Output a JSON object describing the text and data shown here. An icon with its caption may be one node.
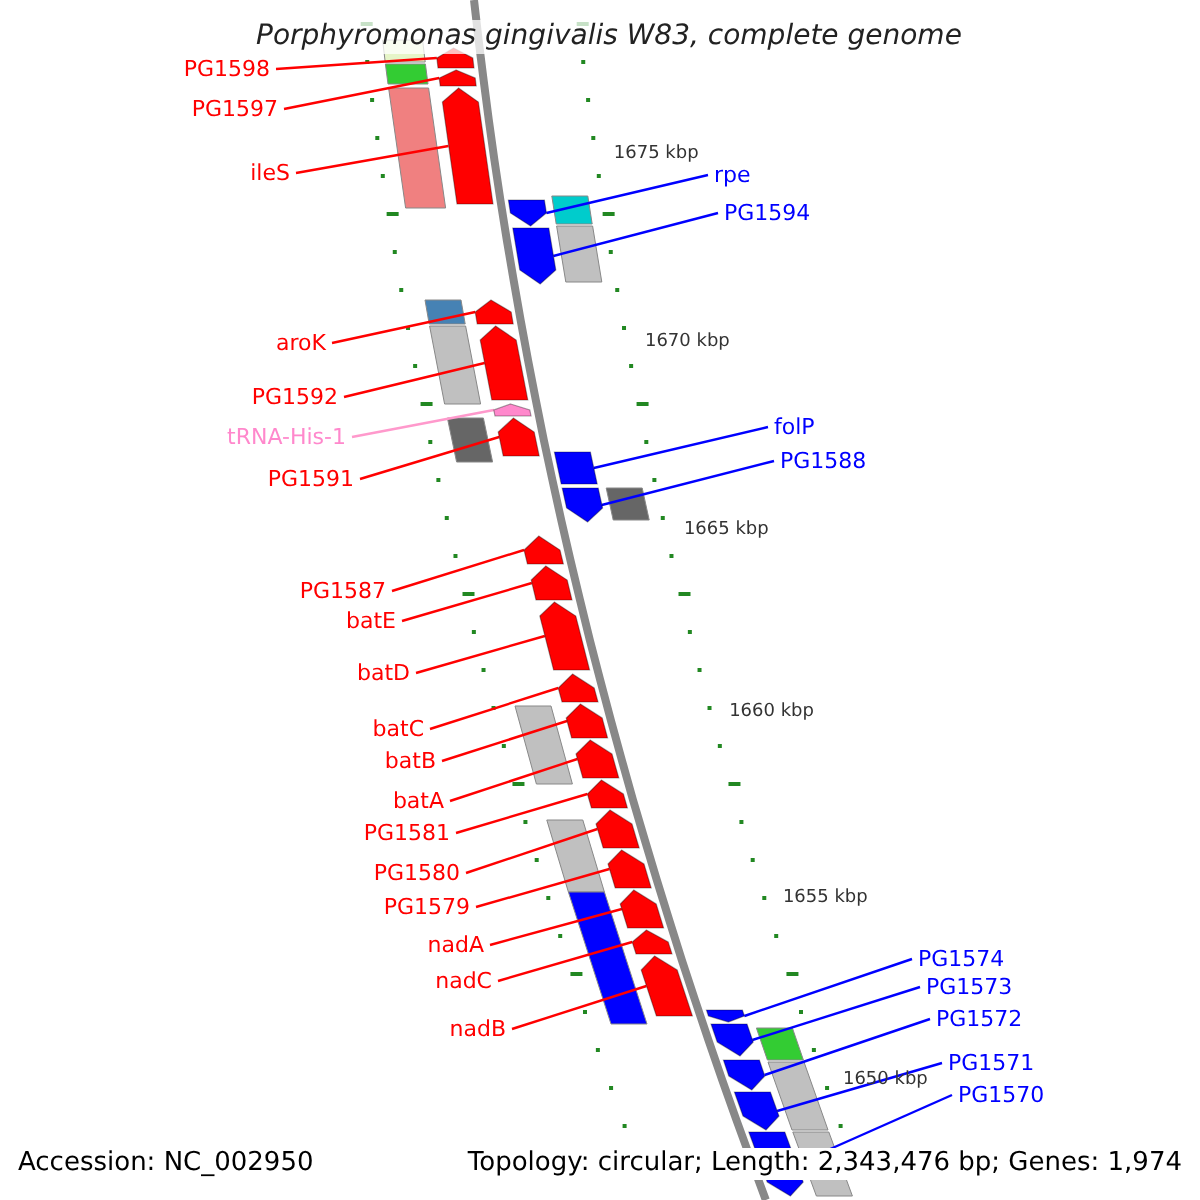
{
  "diagram": {
    "title": "Porphyromonas gingivalis W83, complete genome",
    "nodes": [
      {
        "text": [
          "PG1598"
        ]
      },
      {
        "text": [],
        "shape": "arrow"
      },
      {
        "text": [
          "PG1597"
        ]
      },
      {
        "text": [],
        "shape": "arrow"
      },
      {
        "text": [
          "ileS"
        ]
      },
      {
        "text": [],
        "shape": "arrow"
      },
      {
        "text": [
          "aroK"
        ]
      },
      {
        "text": [],
        "shape": "arrow"
      },
      {
        "text": [
          "PG1592"
        ]
      },
      {
        "text": [],
        "shape": "arrow"
      },
      {
        "text": [
          "tRNA-His-1"
        ]
      },
      {
        "text": [],
        "shape": "arrow"
      },
      {
        "text": [
          "PG1591"
        ]
      },
      {
        "text": [],
        "shape": "arrow"
      },
      {
        "text": [
          "PG1587"
        ]
      },
      {
        "text": [],
        "shape": "arrow"
      },
      {
        "text": [
          "batE"
        ]
      },
      {
        "text": [],
        "shape": "arrow"
      },
      {
        "text": [
          "batD"
        ]
      },
      {
        "text": [],
        "shape": "arrow"
      },
      {
        "text": [
          "batC"
        ]
      },
      {
        "text": [],
        "shape": "arrow"
      },
      {
        "text": [
          "batB"
        ]
      },
      {
        "text": [],
        "shape": "arrow"
      },
      {
        "text": [
          "batA"
        ]
      },
      {
        "text": [],
        "shape": "arrow"
      },
      {
        "text": [
          "PG1581"
        ]
      },
      {
        "text": [],
        "shape": "arrow"
      },
      {
        "text": [
          "PG1580"
        ]
      },
      {
        "text": [],
        "shape": "arrow"
      },
      {
        "text": [
          "PG1579"
        ]
      },
      {
        "text": [],
        "shape": "arrow"
      },
      {
        "text": [
          "nadA"
        ]
      },
      {
        "text": [],
        "shape": "arrow"
      },
      {
        "text": [
          "nadC"
        ]
      },
      {
        "text": [],
        "shape": "arrow"
      },
      {
        "text": [
          "nadB"
        ]
      },
      {
        "text": [],
        "shape": "arrow"
      },
      {
        "text": [
          "rpe"
        ]
      },
      {
        "text": [],
        "shape": "arrow"
      },
      {
        "text": [
          "PG1594"
        ]
      },
      {
        "text": [],
        "shape": "arrow"
      },
      {
        "text": [
          "folP"
        ]
      },
      {
        "text": [],
        "shape": "box"
      },
      {
        "text": [
          "PG1588"
        ]
      },
      {
        "text": [],
        "shape": "arrow"
      },
      {
        "text": [
          "PG1574"
        ]
      },
      {
        "text": [],
        "shape": "arrow"
      },
      {
        "text": [
          "PG1573"
        ]
      },
      {
        "text": [],
        "shape": "arrow"
      },
      {
        "text": [
          "PG1572"
        ]
      },
      {
        "text": [],
        "shape": "arrow"
      },
      {
        "text": [
          "PG1571"
        ]
      },
      {
        "text": [],
        "shape": "arrow"
      },
      {
        "text": [
          "PG1570"
        ]
      },
      {
        "text": [],
        "shape": "arrow"
      }
    ],
    "edges": [
      {
        "from": 0,
        "to": 1,
        "arrow": "none"
      },
      {
        "from": 2,
        "to": 3,
        "arrow": "none"
      },
      {
        "from": 4,
        "to": 5,
        "arrow": "none"
      },
      {
        "from": 6,
        "to": 7,
        "arrow": "none"
      },
      {
        "from": 8,
        "to": 9,
        "arrow": "none"
      },
      {
        "from": 10,
        "to": 11,
        "arrow": "none",
        "color": "#ff99cc"
      },
      {
        "from": 12,
        "to": 13,
        "arrow": "none"
      },
      {
        "from": 14,
        "to": 15,
        "arrow": "none"
      },
      {
        "from": 16,
        "to": 17,
        "arrow": "none"
      },
      {
        "from": 18,
        "to": 19,
        "arrow": "none"
      },
      {
        "from": 20,
        "to": 21,
        "arrow": "none"
      },
      {
        "from": 22,
        "to": 23,
        "arrow": "none"
      },
      {
        "from": 24,
        "to": 25,
        "arrow": "none"
      },
      {
        "from": 26,
        "to": 27,
        "arrow": "none"
      },
      {
        "from": 28,
        "to": 29,
        "arrow": "none"
      },
      {
        "from": 30,
        "to": 31,
        "arrow": "none"
      },
      {
        "from": 32,
        "to": 33,
        "arrow": "none"
      },
      {
        "from": 34,
        "to": 35,
        "arrow": "none"
      },
      {
        "from": 36,
        "to": 37,
        "arrow": "none"
      },
      {
        "from": 38,
        "to": 39,
        "arrow": "none",
        "color": "#0000ff"
      },
      {
        "from": 40,
        "to": 41,
        "arrow": "none",
        "color": "#0000ff"
      },
      {
        "from": 42,
        "to": 43,
        "arrow": "none",
        "color": "#0000ff"
      },
      {
        "from": 44,
        "to": 45,
        "arrow": "none",
        "color": "#0000ff"
      },
      {
        "from": 46,
        "to": 47,
        "arrow": "none",
        "color": "#0000ff"
      },
      {
        "from": 48,
        "to": 49,
        "arrow": "none",
        "color": "#0000ff"
      },
      {
        "from": 50,
        "to": 51,
        "arrow": "none",
        "color": "#0000ff"
      },
      {
        "from": 52,
        "to": 53,
        "arrow": "none",
        "color": "#0000ff"
      },
      {
        "from": 54,
        "to": 55,
        "arrow": "none",
        "color": "#0000ff"
      }
    ],
    "labels": [
      "1675 kbp",
      "1670 kbp",
      "1665 kbp",
      "1660 kbp",
      "1655 kbp",
      "1650 kbp",
      "Accession: NC_002950",
      "Topology: circular; Length: 2,343,476 bp; Genes: 1,974"
    ]
  }
}
